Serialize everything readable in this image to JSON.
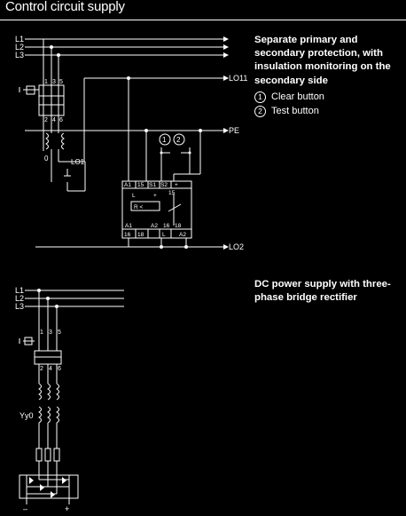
{
  "page": {
    "title": "Control circuit supply"
  },
  "sections": {
    "primary": {
      "heading": "Separate primary and secondary protection, with insulation monitoring on the secondary side",
      "legend": [
        {
          "num": "1",
          "label": "Clear button"
        },
        {
          "num": "2",
          "label": "Test button"
        }
      ]
    },
    "dc": {
      "heading": "DC power supply with three-phase bridge rectifier"
    }
  },
  "diagram1": {
    "lines": [
      "L1",
      "L2",
      "L3"
    ],
    "lo11": "LO11",
    "pe": "PE",
    "lo2": "LO2",
    "lo1": "LO1",
    "zero": "0",
    "t_top": "1",
    "t_mid": "3",
    "t_right": "5",
    "t_b2": "2",
    "t_b4": "4",
    "t_b6": "6",
    "circle1": "1",
    "circle2": "2",
    "relay_top": [
      "A1",
      "15",
      "S1",
      "S2",
      "+"
    ],
    "relay_L": "L",
    "relay_plus": "+",
    "relay_15": "15",
    "relay_R": "R <",
    "relay_bot_labels": [
      "A1",
      "A2",
      "16",
      "18"
    ],
    "relay_bottom": [
      "16",
      "18",
      "L",
      "A2"
    ]
  },
  "diagram2": {
    "lines": [
      "L1",
      "L2",
      "L3"
    ],
    "t_top": "1",
    "t_mid": "3",
    "t_right": "5",
    "t_b2": "2",
    "t_b4": "4",
    "t_b6": "6",
    "yy0": "Yy0",
    "minus": "–",
    "plus": "+"
  }
}
